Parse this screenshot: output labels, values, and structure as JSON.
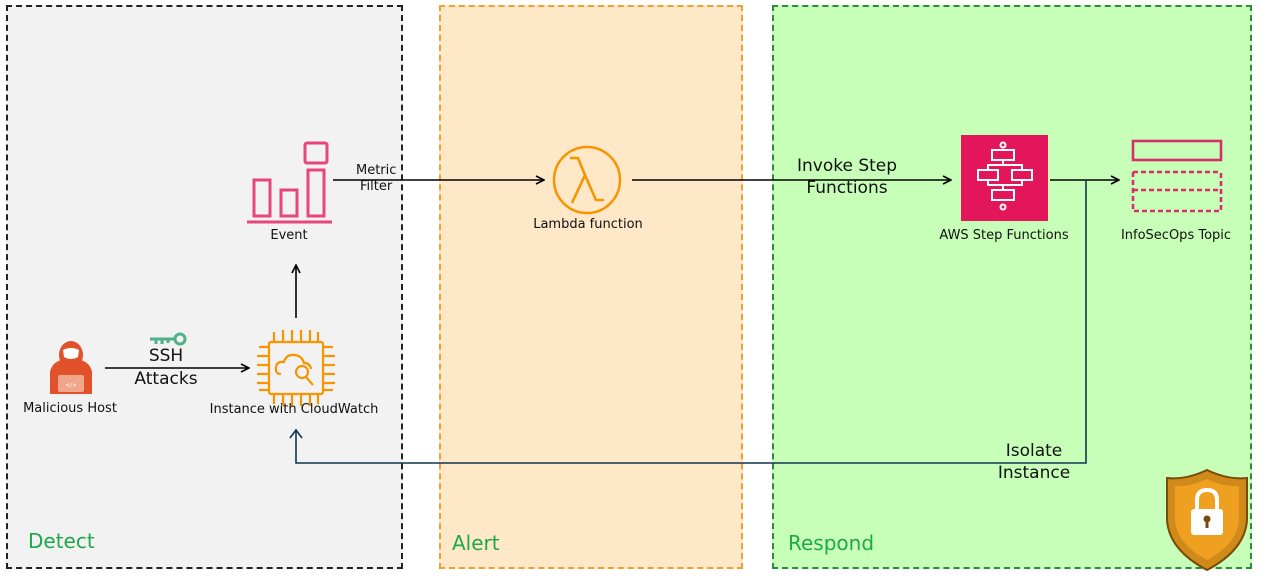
{
  "panels": {
    "detect": {
      "title": "Detect",
      "bg": "#f2f2f2",
      "border": "#222222",
      "title_color": "#1fa84a"
    },
    "alert": {
      "title": "Alert",
      "bg": "#ffe8c8",
      "border": "#f0a030",
      "title_color": "#1fa84a"
    },
    "respond": {
      "title": "Respond",
      "bg": "#c8ffb8",
      "border": "#2e8b3a",
      "title_color": "#1fa84a"
    }
  },
  "nodes": {
    "malicious_host": {
      "label": "Malicious Host",
      "icon": "hacker-icon"
    },
    "instance": {
      "label": "Instance with CloudWatch",
      "icon": "cloudwatch-chip-icon"
    },
    "event": {
      "label": "Event",
      "icon": "bar-chart-icon"
    },
    "lambda": {
      "label": "Lambda function",
      "icon": "lambda-icon"
    },
    "step_functions": {
      "label": "AWS Step Functions",
      "icon": "step-functions-icon"
    },
    "topic": {
      "label": "InfoSecOps Topic",
      "icon": "topic-icon"
    }
  },
  "edges": {
    "ssh_attacks": [
      "SSH",
      "Attacks"
    ],
    "metric_filter": [
      "Metric",
      "Filter"
    ],
    "invoke_step_functions": [
      "Invoke Step",
      "Functions"
    ],
    "isolate_instance": [
      "Isolate",
      "Instance"
    ]
  },
  "colors": {
    "aws_orange": "#f79400",
    "aws_pink": "#e7467b",
    "step_pink": "#e3165b",
    "hacker_orange": "#e2522a",
    "arrow": "#000000",
    "return_line": "#0f3550",
    "shield_gold": "#d08a1a"
  }
}
